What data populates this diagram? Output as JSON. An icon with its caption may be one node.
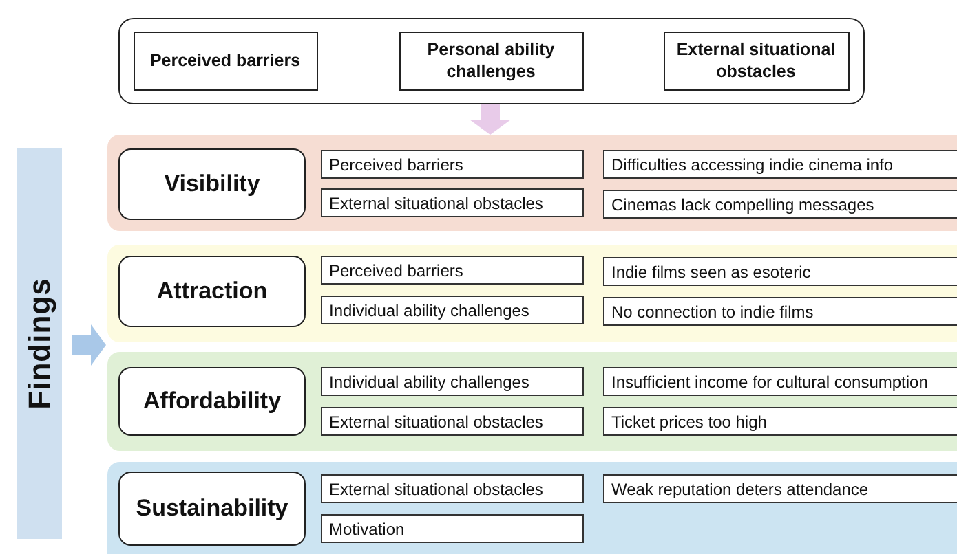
{
  "diagram": {
    "nodes": [
      {
        "text": [],
        "shape": "box"
      },
      {
        "text": [
          "Perceived barriers"
        ],
        "in": 0
      },
      {
        "text": [
          "Personal ability challenges"
        ],
        "in": 0
      },
      {
        "text": [
          "External situational obstacles"
        ],
        "in": 0
      },
      {
        "text": [
          "Findings"
        ]
      },
      {
        "text": [],
        "shape": "box"
      },
      {
        "text": [
          "Visibility"
        ],
        "in": 5
      },
      {
        "text": [
          "Perceived barriers"
        ],
        "in": 5
      },
      {
        "text": [
          "Difficulties accessing indie cinema info"
        ],
        "in": 5
      },
      {
        "text": [
          "External situational obstacles"
        ],
        "in": 5
      },
      {
        "text": [
          "Cinemas lack compelling messages"
        ],
        "in": 5
      },
      {
        "text": [],
        "shape": "box"
      },
      {
        "text": [
          "Attraction"
        ],
        "in": 11
      },
      {
        "text": [
          "Perceived barriers"
        ],
        "in": 11
      },
      {
        "text": [
          "Indie films seen as esoteric"
        ],
        "in": 11
      },
      {
        "text": [
          "Individual ability challenges"
        ],
        "in": 11
      },
      {
        "text": [
          "No connection to indie films"
        ],
        "in": 11
      },
      {
        "text": [],
        "shape": "box"
      },
      {
        "text": [
          "Affordability"
        ],
        "in": 17
      },
      {
        "text": [
          "Individual ability challenges"
        ],
        "in": 17
      },
      {
        "text": [
          "Insufficient income for cultural consumption"
        ],
        "in": 17
      },
      {
        "text": [
          "External situational obstacles"
        ],
        "in": 17
      },
      {
        "text": [
          "Ticket prices too high"
        ],
        "in": 17
      },
      {
        "text": [],
        "shape": "box"
      },
      {
        "text": [
          "Sustainability"
        ],
        "in": 23
      },
      {
        "text": [
          "External situational obstacles"
        ],
        "in": 23
      },
      {
        "text": [
          "Weak reputation deters attendance"
        ],
        "in": 23
      },
      {
        "text": [
          "Motivation"
        ],
        "in": 23
      }
    ],
    "edges": [
      {
        "from": 0,
        "to": 5,
        "arrow": "to",
        "color": "#e8cbe9"
      },
      {
        "from": 4,
        "to": null,
        "arrow": "to",
        "color": "#a9c8e8"
      }
    ]
  }
}
